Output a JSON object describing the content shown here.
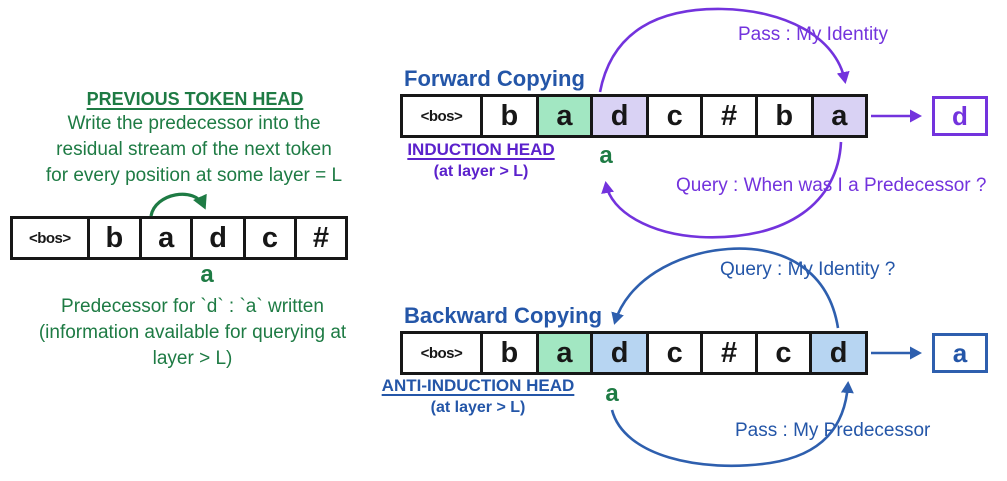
{
  "colors": {
    "ink": "#171717",
    "green": "#1e7b44",
    "green_fill": "#a2e7c2",
    "purple": "#7333dd",
    "purple_dark": "#5b21cc",
    "purple_fill": "#d9d2f4",
    "blue": "#2456a8",
    "blue_arc": "#2e5fae",
    "blue_fill": "#b7d5f2"
  },
  "left_panel": {
    "title": "PREVIOUS TOKEN HEAD",
    "description_lines": [
      "Write the predecessor into the",
      "residual stream of the next token",
      "for every position at some layer = L"
    ],
    "tokens": [
      {
        "t": "<bos>"
      },
      {
        "t": "b"
      },
      {
        "t": "a"
      },
      {
        "t": "d"
      },
      {
        "t": "c"
      },
      {
        "t": "#"
      }
    ],
    "predecessor_label": "a",
    "caption_lines": [
      "Predecessor for `d` : `a` written",
      "(information available for querying at",
      "layer > L)"
    ]
  },
  "forward_section": {
    "title": "Forward Copying",
    "head_label": "INDUCTION HEAD",
    "head_sub": "(at layer > L)",
    "tokens": [
      {
        "t": "<bos>"
      },
      {
        "t": "b"
      },
      {
        "t": "a",
        "hl": "green"
      },
      {
        "t": "d",
        "hl": "purple"
      },
      {
        "t": "c"
      },
      {
        "t": "#"
      },
      {
        "t": "b"
      },
      {
        "t": "a",
        "hl": "purple"
      }
    ],
    "predecessor_label": "a",
    "pass_label": "Pass : My Identity",
    "query_label": "Query : When was I a Predecessor ?",
    "output_token": "d"
  },
  "backward_section": {
    "title": "Backward Copying",
    "head_label": "ANTI-INDUCTION HEAD",
    "head_sub": "(at layer > L)",
    "tokens": [
      {
        "t": "<bos>"
      },
      {
        "t": "b"
      },
      {
        "t": "a",
        "hl": "green"
      },
      {
        "t": "d",
        "hl": "blue"
      },
      {
        "t": "c"
      },
      {
        "t": "#"
      },
      {
        "t": "c"
      },
      {
        "t": "d",
        "hl": "blue"
      }
    ],
    "predecessor_label": "a",
    "query_label": "Query : My Identity ?",
    "pass_label": "Pass : My Predecessor",
    "output_token": "a"
  }
}
